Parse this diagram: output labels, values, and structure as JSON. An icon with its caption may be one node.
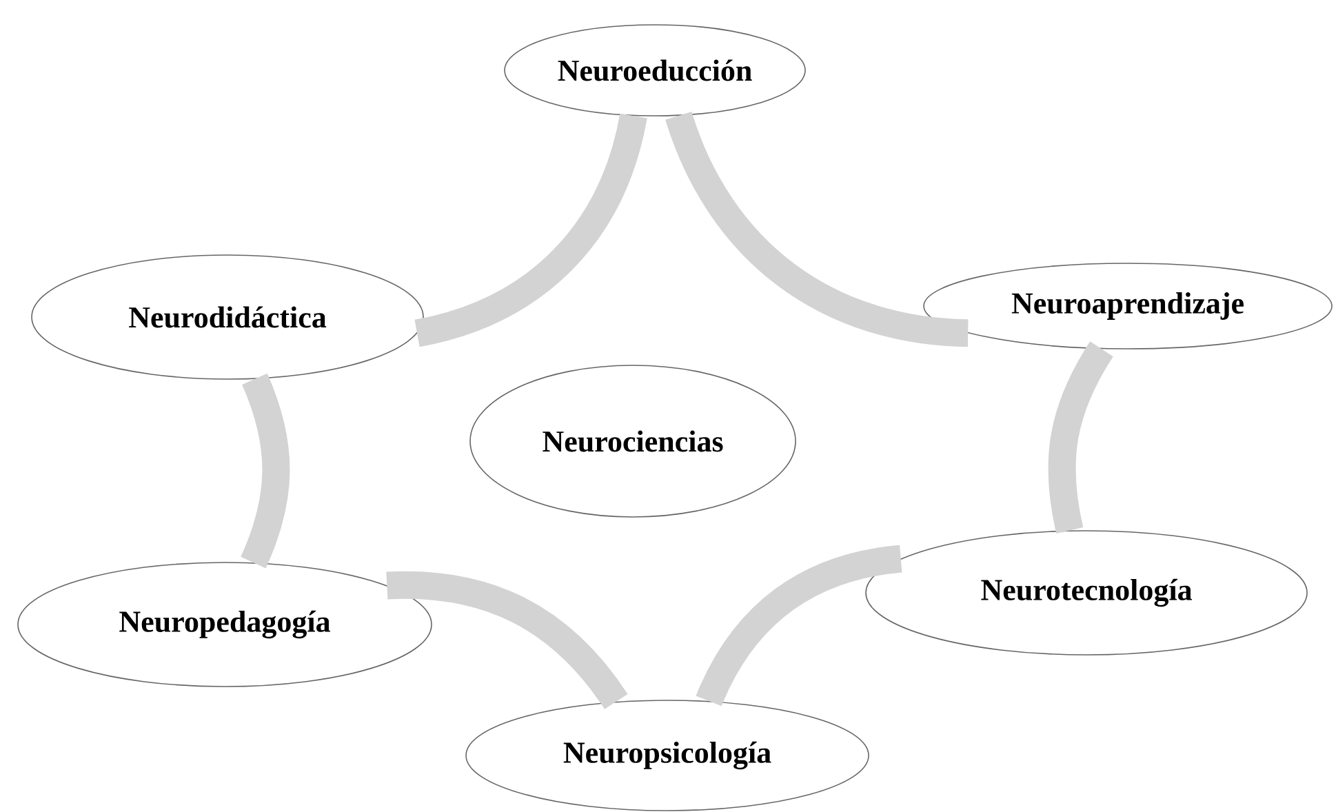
{
  "diagram": {
    "nodes": [
      {
        "text": [
          "Neuroeducción"
        ]
      },
      {
        "text": [
          "Neurodidáctica"
        ]
      },
      {
        "text": [
          "Neuroaprendizaje"
        ]
      },
      {
        "text": [
          "Neurociencias"
        ]
      },
      {
        "text": [
          "Neuropedagogía"
        ]
      },
      {
        "text": [
          "Neurotecnología"
        ]
      },
      {
        "text": [
          "Neuropsicología"
        ]
      }
    ],
    "edges": [
      {
        "from": 0,
        "to": 2,
        "arrow": "none"
      },
      {
        "from": 2,
        "to": 5,
        "arrow": "none"
      },
      {
        "from": 5,
        "to": 6,
        "arrow": "none"
      },
      {
        "from": 6,
        "to": 4,
        "arrow": "none"
      },
      {
        "from": 4,
        "to": 1,
        "arrow": "none"
      },
      {
        "from": 1,
        "to": 0,
        "arrow": "none"
      }
    ]
  }
}
